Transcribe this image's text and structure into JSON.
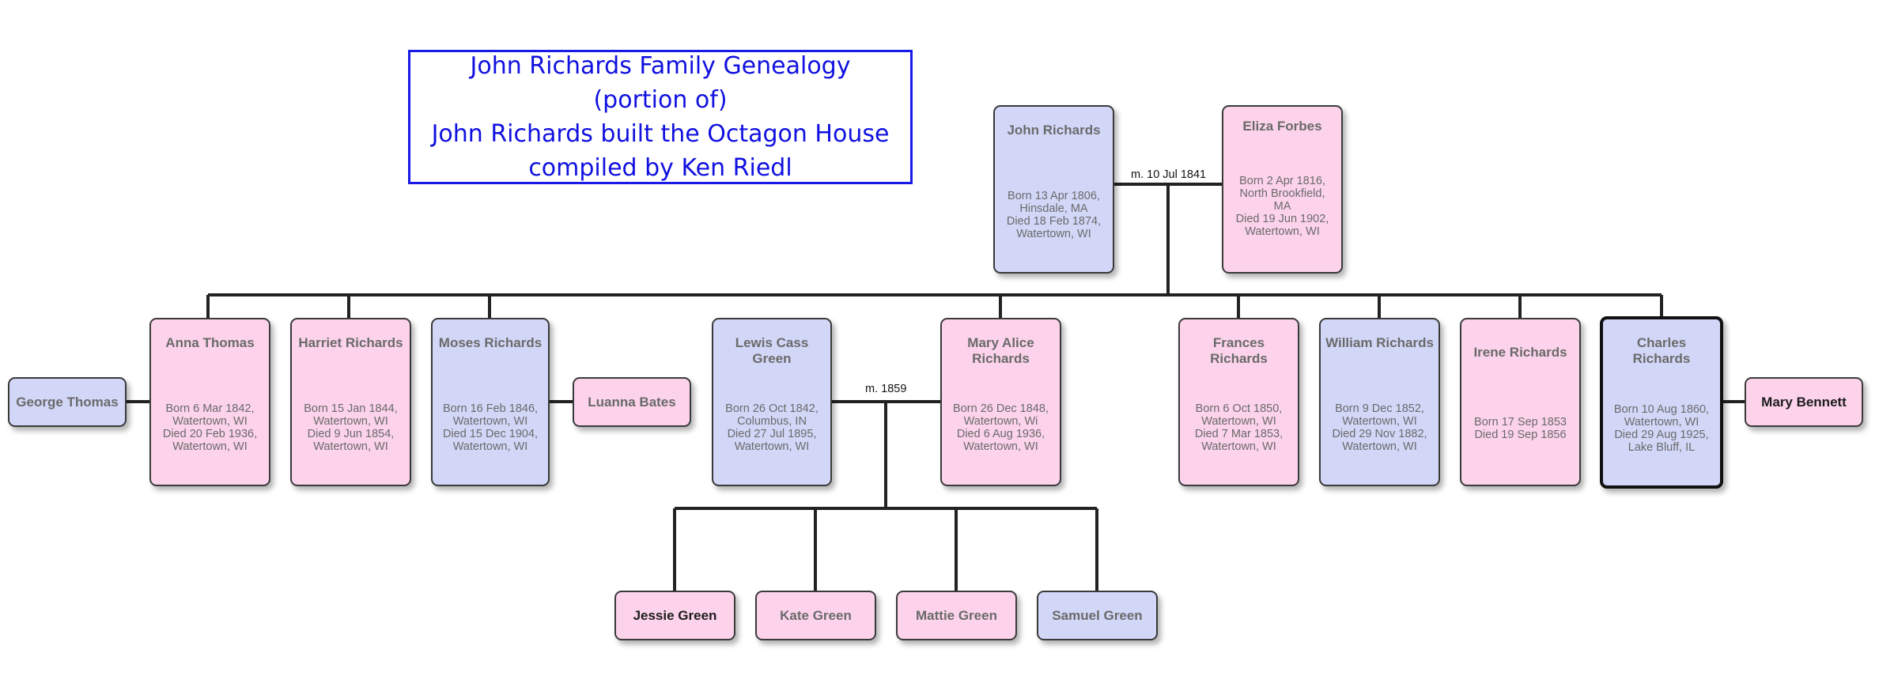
{
  "header": {
    "line1": "John Richards Family Genealogy",
    "line2": "(portion of)",
    "line3": "John Richards built the Octagon House",
    "line4": "compiled by Ken Riedl"
  },
  "marriages": {
    "john_eliza": "m. 10 Jul 1841",
    "lewis_mary": "m. 1859"
  },
  "people": {
    "john_richards": {
      "name": "John Richards",
      "lines": [
        "Born 13 Apr 1806,",
        "Hinsdale, MA",
        "Died 18 Feb 1874,",
        "Watertown, WI"
      ]
    },
    "eliza_forbes": {
      "name": "Eliza Forbes",
      "lines": [
        "Born 2 Apr 1816,",
        "North Brookfield,",
        "MA",
        "Died 19 Jun 1902,",
        "Watertown, WI"
      ]
    },
    "george_thomas": {
      "name": "George Thomas"
    },
    "anna_thomas": {
      "name": "Anna Thomas",
      "lines": [
        "Born 6 Mar 1842,",
        "Watertown, WI",
        "Died 20 Feb 1936,",
        "Watertown, WI"
      ]
    },
    "harriet_richards": {
      "name": "Harriet Richards",
      "lines": [
        "Born 15 Jan 1844,",
        "Watertown, WI",
        "Died 9 Jun 1854,",
        "Watertown, WI"
      ]
    },
    "moses_richards": {
      "name": "Moses Richards",
      "lines": [
        "Born 16 Feb 1846,",
        "Watertown, WI",
        "Died 15 Dec 1904,",
        "Watertown, WI"
      ]
    },
    "luanna_bates": {
      "name": "Luanna Bates"
    },
    "lewis_cass_green": {
      "name1": "Lewis Cass",
      "name2": "Green",
      "lines": [
        "Born 26 Oct 1842,",
        "Columbus, IN",
        "Died 27 Jul 1895,",
        "Watertown, WI"
      ]
    },
    "mary_alice_richards": {
      "name1": "Mary Alice",
      "name2": "Richards",
      "lines": [
        "Born 26 Dec 1848,",
        "Watertown, Wi",
        "Died 6 Aug 1936,",
        "Watertown, WI"
      ]
    },
    "frances_richards": {
      "name1": "Frances",
      "name2": "Richards",
      "lines": [
        "Born 6 Oct 1850,",
        "Watertown, WI",
        "Died 7 Mar 1853,",
        "Watertown, WI"
      ]
    },
    "william_richards": {
      "name": "William Richards",
      "lines": [
        "Born 9 Dec 1852,",
        "Watertown, WI",
        "Died 29 Nov 1882,",
        "Watertown, WI"
      ]
    },
    "irene_richards": {
      "name": "Irene Richards",
      "lines": [
        "Born 17 Sep 1853",
        "Died 19 Sep 1856"
      ]
    },
    "charles_richards": {
      "name1": "Charles",
      "name2": "Richards",
      "lines": [
        "Born 10 Aug 1860,",
        "Watertown, WI",
        "Died 29 Aug 1925,",
        "Lake Bluff, IL"
      ]
    },
    "mary_bennett": {
      "name": "Mary Bennett"
    },
    "jessie_green": {
      "name": "Jessie Green"
    },
    "kate_green": {
      "name": "Kate Green"
    },
    "mattie_green": {
      "name": "Mattie Green"
    },
    "samuel_green": {
      "name": "Samuel Green"
    }
  },
  "colors": {
    "female_fill": "#fcd3eb",
    "male_fill": "#d2d7f8",
    "connector": "#222222",
    "title_text": "#1010e0"
  }
}
